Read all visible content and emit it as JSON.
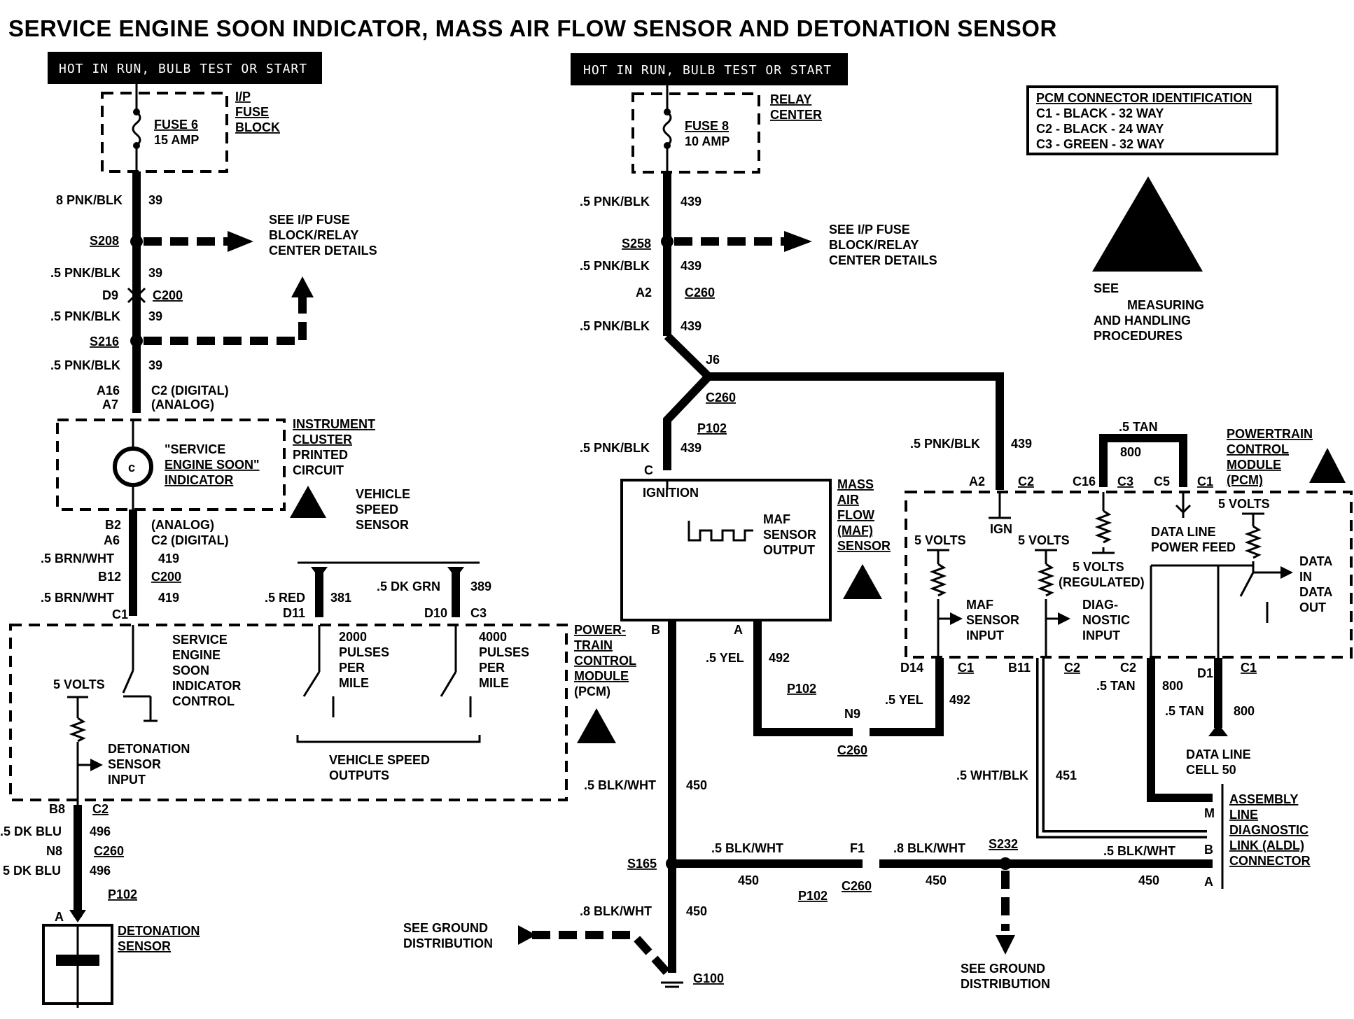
{
  "title": "SERVICE ENGINE SOON INDICATOR, MASS AIR FLOW SENSOR AND DETONATION SENSOR",
  "hot_labels": [
    "HOT IN RUN, BULB TEST OR START",
    "HOT IN RUN, BULB TEST OR START"
  ],
  "left": {
    "fuse": [
      "FUSE 6",
      "15 AMP"
    ],
    "fuse_block": [
      "I/P",
      "FUSE",
      "BLOCK"
    ],
    "wire1": [
      "8 PNK/BLK",
      "39"
    ],
    "s208": "S208",
    "see_fuse": [
      "SEE I/P FUSE",
      "BLOCK/RELAY",
      "CENTER DETAILS"
    ],
    "wire2": [
      ".5 PNK/BLK",
      "39"
    ],
    "d9": "D9",
    "c200a": "C200",
    "wire3": [
      ".5 PNK/BLK",
      "39"
    ],
    "s216": "S216",
    "wire4": [
      ".5 PNK/BLK",
      "39"
    ],
    "a16": "A16",
    "a7": "A7",
    "c2_digital": "C2 (DIGITAL)",
    "analog1": "(ANALOG)",
    "cluster": [
      "INSTRUMENT",
      "CLUSTER",
      "PRINTED",
      "CIRCUIT"
    ],
    "ses_indicator": [
      "\"SERVICE",
      "ENGINE SOON\"",
      "INDICATOR"
    ],
    "vss": [
      "VEHICLE",
      "SPEED",
      "SENSOR"
    ],
    "b2": "B2",
    "a6": "A6",
    "analog2": "(ANALOG)",
    "c2_digital2": "C2 (DIGITAL)",
    "wire5": [
      ".5 BRN/WHT",
      "419"
    ],
    "b12": "B12",
    "c200b": "C200",
    "wire6": [
      ".5 BRN/WHT",
      "419"
    ],
    "c1": "C1",
    "red": [
      ".5 RED",
      "381"
    ],
    "d11": "D11",
    "dkgrn": [
      ".5 DK GRN",
      "389"
    ],
    "d10": "D10",
    "c3": "C3",
    "ses_control": [
      "SERVICE",
      "ENGINE",
      "SOON",
      "INDICATOR",
      "CONTROL"
    ],
    "pulses2000": [
      "2000",
      "PULSES",
      "PER",
      "MILE"
    ],
    "pulses4000": [
      "4000",
      "PULSES",
      "PER",
      "MILE"
    ],
    "five_volts": "5 VOLTS",
    "det_input": [
      "DETONATION",
      "SENSOR",
      "INPUT"
    ],
    "vso": [
      "VEHICLE SPEED",
      "OUTPUTS"
    ],
    "pcm": [
      "POWER-",
      "TRAIN",
      "CONTROL",
      "MODULE",
      "(PCM)"
    ],
    "b8": "B8",
    "c2b": "C2",
    "wire7": [
      ".5 DK BLU",
      "496"
    ],
    "n8": "N8",
    "c260a": "C260",
    "wire8": [
      "5 DK BLU",
      "496"
    ],
    "p102a": "P102",
    "a_pin": "A",
    "det_sensor": [
      "DETONATION",
      "SENSOR"
    ]
  },
  "center": {
    "fuse": [
      "FUSE 8",
      "10 AMP"
    ],
    "relay": [
      "RELAY",
      "CENTER"
    ],
    "wire1": [
      ".5 PNK/BLK",
      "439"
    ],
    "s258": "S258",
    "see_fuse": [
      "SEE I/P FUSE",
      "BLOCK/RELAY",
      "CENTER DETAILS"
    ],
    "wire2": [
      ".5 PNK/BLK",
      "439"
    ],
    "a2": "A2",
    "c260a": "C260",
    "wire3": [
      ".5 PNK/BLK",
      "439"
    ],
    "j6": "J6",
    "c260b": "C260",
    "p102a": "P102",
    "wire4": [
      ".5 PNK/BLK",
      "439"
    ],
    "c_pin": "C",
    "ignition": "IGNITION",
    "maf_output": [
      "MAF",
      "SENSOR",
      "OUTPUT"
    ],
    "maf_sensor": [
      "MASS",
      "AIR",
      "FLOW",
      "(MAF)",
      "SENSOR"
    ],
    "b_pin": "B",
    "a_pin": "A",
    "yel1": [
      ".5 YEL",
      "492"
    ],
    "p102b": "P102",
    "n9": "N9",
    "c260c": "C260",
    "yel2": [
      ".5 YEL",
      "492"
    ],
    "blkwht1": [
      ".5 BLK/WHT",
      "450"
    ],
    "s165": "S165",
    "blkwht2": [
      ".5 BLK/WHT",
      "450"
    ],
    "p102c": "P102",
    "f1": "F1",
    "c260d": "C260",
    "blkwht3": [
      ".8 BLK/WHT",
      "450"
    ],
    "s232": "S232",
    "blkwht4": [
      ".5 BLK/WHT",
      "450"
    ],
    "blkwht5": [
      ".8 BLK/WHT",
      "450"
    ],
    "see_ground1": [
      "SEE GROUND",
      "DISTRIBUTION"
    ],
    "g100": "G100",
    "see_ground2": [
      "SEE GROUND",
      "DISTRIBUTION"
    ]
  },
  "right": {
    "pcm_conn": [
      "PCM CONNECTOR IDENTIFICATION",
      "C1 - BLACK - 32 WAY",
      "C2 - BLACK - 24 WAY",
      "C3 - GREEN - 32 WAY"
    ],
    "esd": [
      "SEE",
      "MEASURING",
      "AND HANDLING",
      "PROCEDURES"
    ],
    "tan_top": [
      ".5 TAN",
      "800"
    ],
    "pcm_label": [
      "POWERTRAIN",
      "CONTROL",
      "MODULE",
      "(PCM)"
    ],
    "wire439": [
      ".5 PNK/BLK",
      "439"
    ],
    "a2": "A2",
    "c2": "C2",
    "c16": "C16",
    "c3": "C3",
    "c5": "C5",
    "c1": "C1",
    "ign": "IGN",
    "five_v1": "5 VOLTS",
    "five_v2": "5 VOLTS",
    "five_v3": "5 VOLTS",
    "five_v_reg": [
      "5 VOLTS",
      "(REGULATED)"
    ],
    "data_line_feed": [
      "DATA LINE",
      "POWER FEED"
    ],
    "maf_input": [
      "MAF",
      "SENSOR",
      "INPUT"
    ],
    "diag_input": [
      "DIAG-",
      "NOSTIC",
      "INPUT"
    ],
    "data_in_out": [
      "DATA",
      "IN",
      "DATA",
      "OUT"
    ],
    "d14": "D14",
    "c1b": "C1",
    "b11": "B11",
    "c2b": "C2",
    "c2c": "C2",
    "d1": "D1",
    "c1c": "C1",
    "tan1": [
      ".5 TAN",
      "800"
    ],
    "tan2": [
      ".5 TAN",
      "800"
    ],
    "data_cell": [
      "DATA LINE",
      "CELL 50"
    ],
    "whtblk": [
      ".5 WHT/BLK",
      "451"
    ],
    "m_pin": "M",
    "b_pin": "B",
    "a_pin": "A",
    "aldl": [
      "ASSEMBLY",
      "LINE",
      "DIAGNOSTIC",
      "LINK (ALDL)",
      "CONNECTOR"
    ]
  }
}
